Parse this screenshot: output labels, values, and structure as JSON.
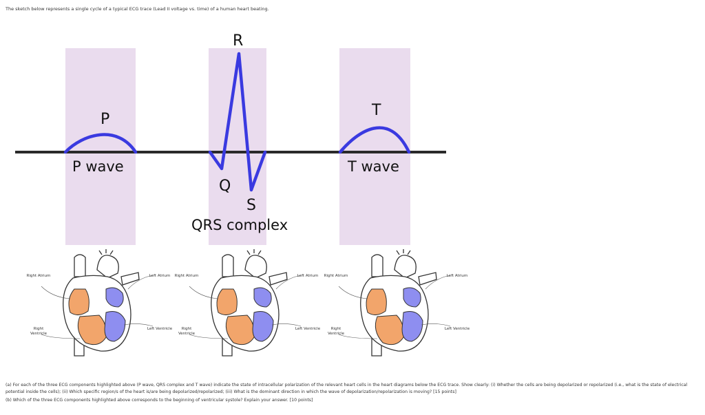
{
  "intro_text": "The sketch below represents a single cycle of a typical ECG trace (Lead II voltage vs. time) of a human heart beating.",
  "ecg": {
    "peaks": {
      "p": "P",
      "q": "Q",
      "r": "R",
      "s": "S",
      "t": "T"
    },
    "components": {
      "p_wave": "P wave",
      "qrs_complex": "QRS complex",
      "t_wave": "T wave"
    },
    "colors": {
      "trace": "#3a3ae0",
      "baseline": "#2a2a2a",
      "highlight": "#eadcee"
    }
  },
  "hearts": [
    {
      "right_atrium": "Right Atrium",
      "left_atrium": "Left Atrium",
      "right_ventricle": "Right Ventricle",
      "left_ventricle": "Left Ventricle"
    },
    {
      "right_atrium": "Right Atrium",
      "left_atrium": "Left Atrium",
      "right_ventricle": "Right Ventricle",
      "left_ventricle": "Left Ventricle"
    },
    {
      "right_atrium": "Right Atrium",
      "left_atrium": "Left Atrium",
      "right_ventricle": "Right Ventricle",
      "left_ventricle": "Left Ventricle"
    }
  ],
  "heart_colors": {
    "right_side": "#f2a56b",
    "left_side": "#8e8ef0",
    "outline": "#333333"
  },
  "questions": {
    "a": "(a) For each of the three ECG components highlighted above (P wave, QRS complex and T wave) indicate the state of intracellular polarization of the relevant heart cells in the heart diagrams below the ECG trace. Show clearly: (i) Whether the cells are being depolarized or repolarized (i.e., what is the state of electrical potential inside the cells); (ii) Which specific region/s of the heart is/are being depolarized/repolarized; (iii) What is the dominant direction in which the wave of depolarization/repolarization is moving? [15 points]",
    "b": "(b) Which of the three ECG components highlighted above corresponds to the beginning of ventricular systole? Explain your answer. [10 points]"
  }
}
